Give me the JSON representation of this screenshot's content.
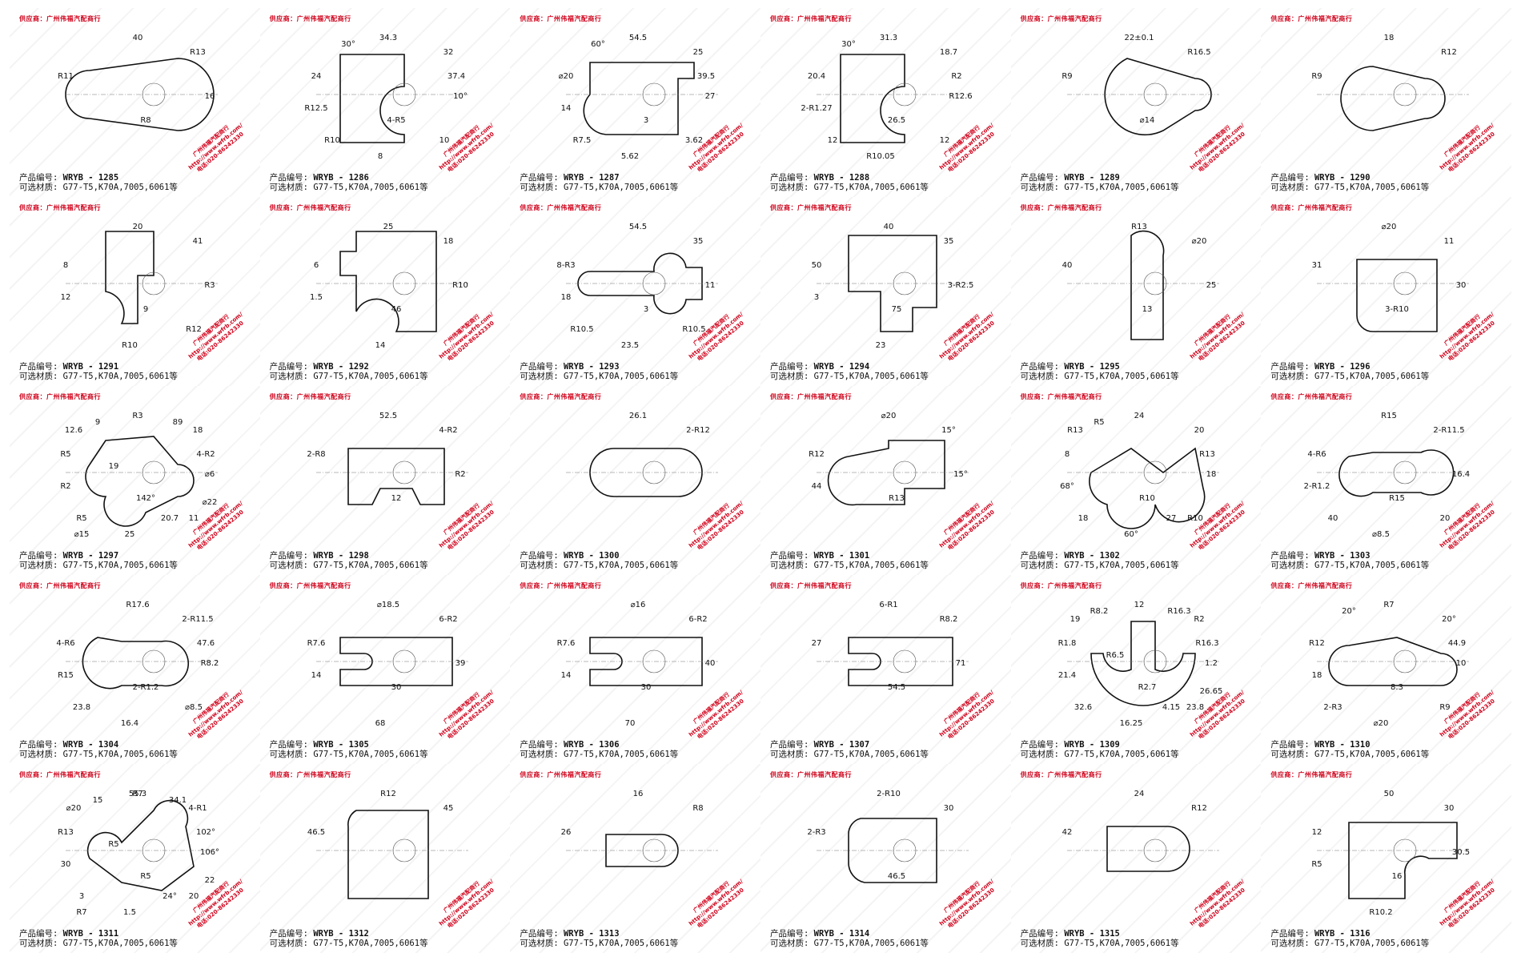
{
  "supplier_label": "供应商：广州伟福汽配商行",
  "stamp_lines": [
    "广州伟福汽配商行",
    "http://www.wfrb.com/",
    "电话:020-86242330"
  ],
  "code_prefix": "产品编号:",
  "material_prefix": "可选材质:",
  "material_value": "G77-T5,K70A,7005,6061等",
  "items": [
    {
      "code": "WRYB - 1285",
      "shape": "tear",
      "dims": [
        "40",
        "R13",
        "R11",
        "R8",
        "16"
      ]
    },
    {
      "code": "WRYB - 1286",
      "shape": "notch",
      "dims": [
        "34.3",
        "32",
        "24",
        "4-R5",
        "10°",
        "R12.5",
        "8",
        "10",
        "R10",
        "37.4",
        "30°"
      ]
    },
    {
      "code": "WRYB - 1287",
      "shape": "hook",
      "dims": [
        "54.5",
        "25",
        "⌀20",
        "3",
        "27",
        "14",
        "5.62",
        "3.62",
        "R7.5",
        "39.5",
        "60°"
      ]
    },
    {
      "code": "WRYB - 1288",
      "shape": "notch",
      "dims": [
        "31.3",
        "18.7",
        "20.4",
        "26.5",
        "R12.6",
        "2-R1.27",
        "R10.05",
        "12",
        "12",
        "R2",
        "30°"
      ]
    },
    {
      "code": "WRYB - 1289",
      "shape": "cam",
      "dims": [
        "22±0.1",
        "R16.5",
        "R9",
        "⌀14"
      ]
    },
    {
      "code": "WRYB - 1290",
      "shape": "cam2",
      "dims": [
        "18",
        "R12",
        "R9"
      ]
    },
    {
      "code": "WRYB - 1291",
      "shape": "step",
      "dims": [
        "20",
        "41",
        "8",
        "9",
        "R3",
        "12",
        "R10",
        "R12"
      ]
    },
    {
      "code": "WRYB - 1292",
      "shape": "step2",
      "dims": [
        "25",
        "18",
        "6",
        "46",
        "R10",
        "1.5",
        "14"
      ]
    },
    {
      "code": "WRYB - 1293",
      "shape": "dog",
      "dims": [
        "54.5",
        "35",
        "8-R3",
        "3",
        "11",
        "18",
        "23.5",
        "R10.5",
        "R10.5"
      ]
    },
    {
      "code": "WRYB - 1294",
      "shape": "ell",
      "dims": [
        "40",
        "35",
        "50",
        "75",
        "3-R2.5",
        "3",
        "23"
      ]
    },
    {
      "code": "WRYB - 1295",
      "shape": "jhook",
      "dims": [
        "R13",
        "⌀20",
        "40",
        "13",
        "25"
      ]
    },
    {
      "code": "WRYB - 1296",
      "shape": "rbox",
      "dims": [
        "⌀20",
        "11",
        "31",
        "3-R10",
        "30"
      ]
    },
    {
      "code": "WRYB - 1297",
      "shape": "blob",
      "dims": [
        "R3",
        "18",
        "R5",
        "142°",
        "⌀6",
        "R2",
        "25",
        "11",
        "R5",
        "4-R2",
        "9",
        "20.7",
        "12.6",
        "⌀22",
        "19",
        "89",
        "⌀15"
      ]
    },
    {
      "code": "WRYB - 1298",
      "shape": "complex",
      "dims": [
        "52.5",
        "4-R2",
        "2-R8",
        "12",
        "R2"
      ]
    },
    {
      "code": "WRYB - 1300",
      "shape": "slot",
      "dims": [
        "26.1",
        "2-R12"
      ]
    },
    {
      "code": "WRYB - 1301",
      "shape": "complex2",
      "dims": [
        "⌀20",
        "15°",
        "R12",
        "R13",
        "15°",
        "44"
      ]
    },
    {
      "code": "WRYB - 1302",
      "shape": "wave",
      "dims": [
        "24",
        "20",
        "8",
        "R10",
        "18",
        "68°",
        "60°",
        "R10",
        "18",
        "R13",
        "R5",
        "27",
        "R13"
      ]
    },
    {
      "code": "WRYB - 1303",
      "shape": "link",
      "dims": [
        "R15",
        "2-R11.5",
        "4-R6",
        "R15",
        "16.4",
        "2-R1.2",
        "⌀8.5",
        "20",
        "40"
      ]
    },
    {
      "code": "WRYB - 1304",
      "shape": "link2",
      "dims": [
        "R17.6",
        "2-R11.5",
        "4-R6",
        "2-R1.2",
        "R8.2",
        "R15",
        "16.4",
        "⌀8.5",
        "23.8",
        "47.6"
      ]
    },
    {
      "code": "WRYB - 1305",
      "shape": "plate",
      "dims": [
        "⌀18.5",
        "6-R2",
        "R7.6",
        "30",
        "39",
        "14",
        "68"
      ]
    },
    {
      "code": "WRYB - 1306",
      "shape": "plate",
      "dims": [
        "⌀16",
        "6-R2",
        "R7.6",
        "30",
        "40",
        "14",
        "70"
      ]
    },
    {
      "code": "WRYB - 1307",
      "shape": "plate2",
      "dims": [
        "6-R1",
        "R8.2",
        "27",
        "54.5",
        "71"
      ]
    },
    {
      "code": "WRYB - 1309",
      "shape": "fork",
      "dims": [
        "12",
        "R2",
        "R1.8",
        "R2.7",
        "1.2",
        "21.4",
        "16.25",
        "23.8",
        "32.6",
        "R16.3",
        "R8.2",
        "4.15",
        "19",
        "26.65",
        "R6.5",
        "R16.3"
      ]
    },
    {
      "code": "WRYB - 1310",
      "shape": "lever",
      "dims": [
        "R7",
        "20°",
        "R12",
        "8.3",
        "10",
        "18",
        "⌀20",
        "R9",
        "2-R3",
        "44.9",
        "20°"
      ]
    },
    {
      "code": "WRYB - 1311",
      "shape": "claw",
      "dims": [
        "R7",
        "4-R1",
        "R13",
        "R5",
        "106°",
        "30",
        "1.5",
        "20",
        "3",
        "102°",
        "15",
        "24°",
        "⌀20",
        "22",
        "R5",
        "34.1",
        "R7",
        "55.3"
      ]
    },
    {
      "code": "WRYB - 1312",
      "shape": "quarter",
      "dims": [
        "R12",
        "45",
        "46.5"
      ]
    },
    {
      "code": "WRYB - 1313",
      "shape": "tab",
      "dims": [
        "16",
        "R8",
        "26"
      ]
    },
    {
      "code": "WRYB - 1314",
      "shape": "rrect",
      "dims": [
        "2-R10",
        "30",
        "2-R3",
        "46.5"
      ]
    },
    {
      "code": "WRYB - 1315",
      "shape": "tab2",
      "dims": [
        "24",
        "R12",
        "42"
      ]
    },
    {
      "code": "WRYB - 1316",
      "shape": "ell2",
      "dims": [
        "50",
        "30",
        "12",
        "16",
        "30.5",
        "R5",
        "R10.2"
      ]
    }
  ]
}
